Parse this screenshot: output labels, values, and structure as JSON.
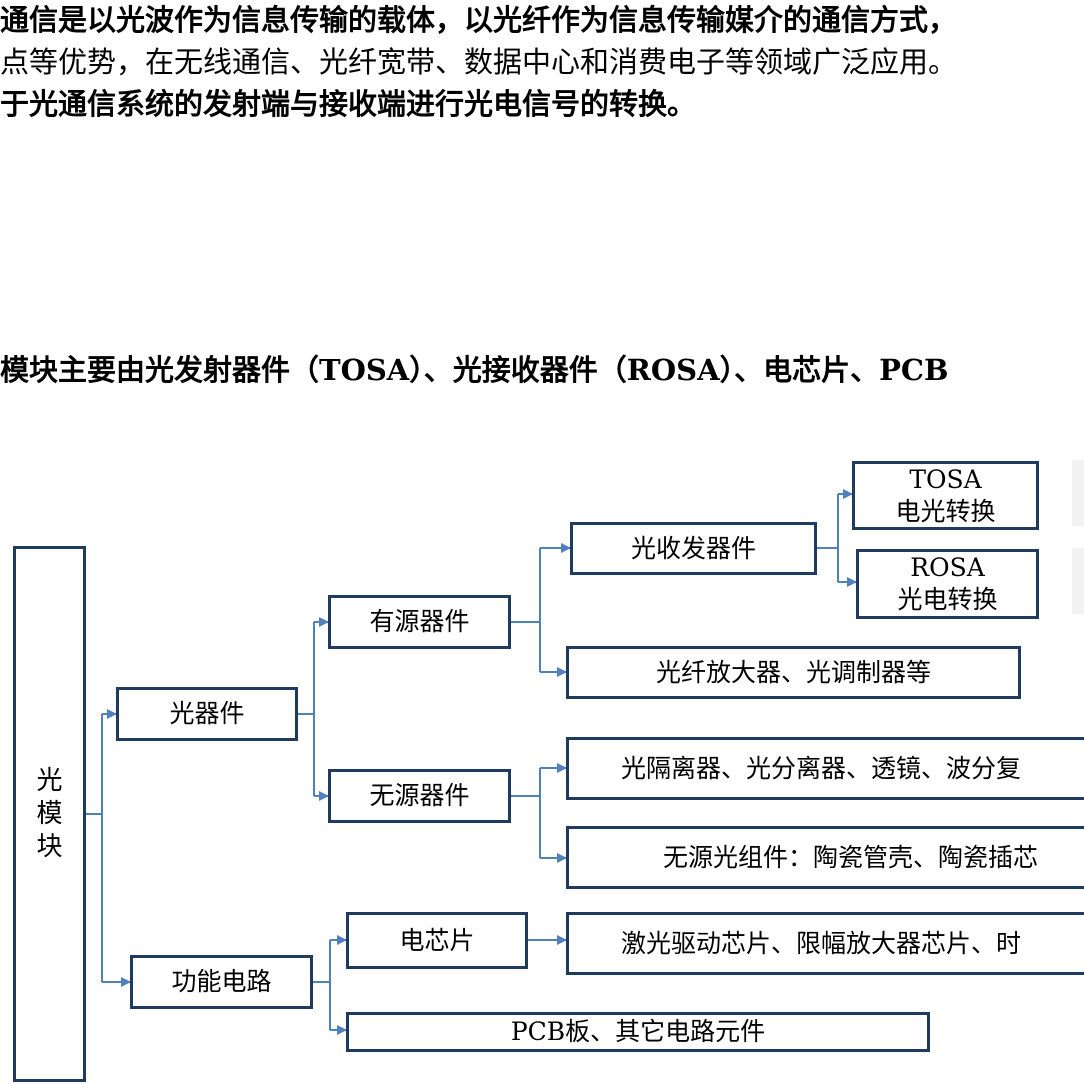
{
  "paragraph1": {
    "line1": "通信是以光波作为信息传输的载体，以光纤作为信息传输媒介的通信方式，",
    "line2": "点等优势，在无线通信、光纤宽带、数据中心和消费电子等领域广泛应用。",
    "line3": "于光通信系统的发射端与接收端进行光电信号的转换。"
  },
  "paragraph2": {
    "line1": "模块主要由光发射器件（TOSA）、光接收器件（ROSA）、电芯片、PCB"
  },
  "diagram": {
    "root": [
      "光",
      "模",
      "块"
    ],
    "optical_devices": "光器件",
    "functional_circuit": "功能电路",
    "active_devices": "有源器件",
    "passive_devices": "无源器件",
    "transceiver": "光收发器件",
    "tosa": {
      "title": "TOSA",
      "desc": "电光转换"
    },
    "rosa": {
      "title": "ROSA",
      "desc": "光电转换"
    },
    "amplifier_modulator": "光纤放大器、光调制器等",
    "passive_list": "光隔离器、光分离器、透镜、波分复",
    "passive_components": "无源光组件：陶瓷管壳、陶瓷插芯",
    "chip": "电芯片",
    "chip_list": "激光驱动芯片、限幅放大器芯片、时",
    "pcb": "PCB板、其它电路元件"
  },
  "colors": {
    "box_border": "#1f3b5e",
    "connector": "#4f81bd"
  }
}
